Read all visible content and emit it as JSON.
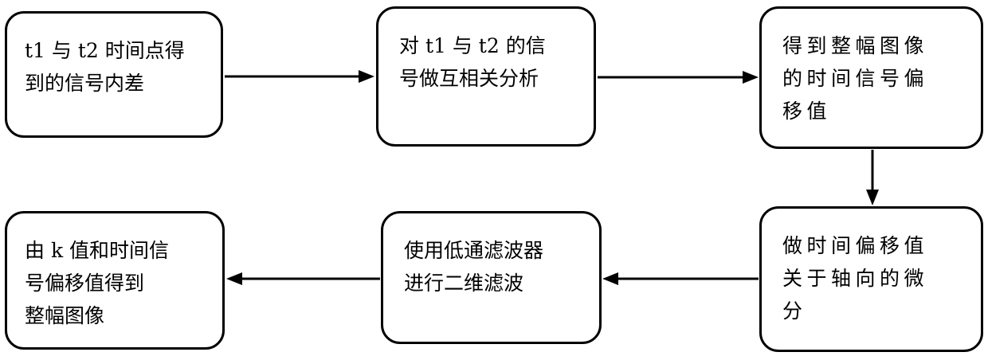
{
  "nodes": [
    {
      "id": "b1",
      "text": "t1 与 t2 时间点得\n到的信号内差"
    },
    {
      "id": "b2",
      "text": "对 t1 与 t2 的信\n号做互相关分析"
    },
    {
      "id": "b3",
      "text": "得到整幅图像\n的时间信号偏\n移值"
    },
    {
      "id": "b4",
      "text": "做时间偏移值\n关于轴向的微\n分"
    },
    {
      "id": "b5",
      "text": "使用低通滤波器\n进行二维滤波"
    },
    {
      "id": "b6",
      "text": "由 k 值和时间信\n号偏移值得到\n整幅图像"
    }
  ],
  "edges": [
    {
      "from": "b1",
      "to": "b2"
    },
    {
      "from": "b2",
      "to": "b3"
    },
    {
      "from": "b3",
      "to": "b4"
    },
    {
      "from": "b4",
      "to": "b5"
    },
    {
      "from": "b5",
      "to": "b6"
    }
  ]
}
